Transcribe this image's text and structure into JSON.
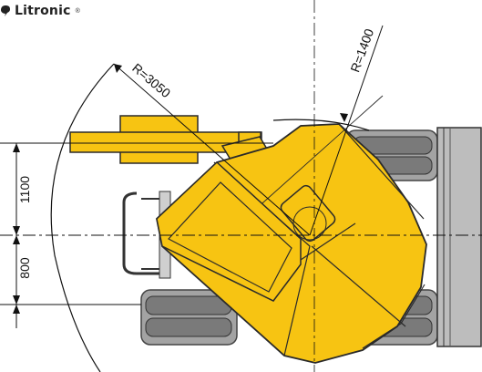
{
  "brand": {
    "name": "Litronic",
    "mark": "®",
    "logo_icon": "litronic-logo-icon"
  },
  "dimensions": {
    "radius_outer": "R=3050",
    "radius_tail": "R=1400",
    "offset_upper": "1100",
    "offset_lower": "800"
  },
  "colors": {
    "machine_yellow": "#f7c412",
    "machine_stroke": "#2a2a2a",
    "track_gray": "#9a9a9a",
    "track_dark": "#6f6f6f",
    "line": "#111111"
  }
}
